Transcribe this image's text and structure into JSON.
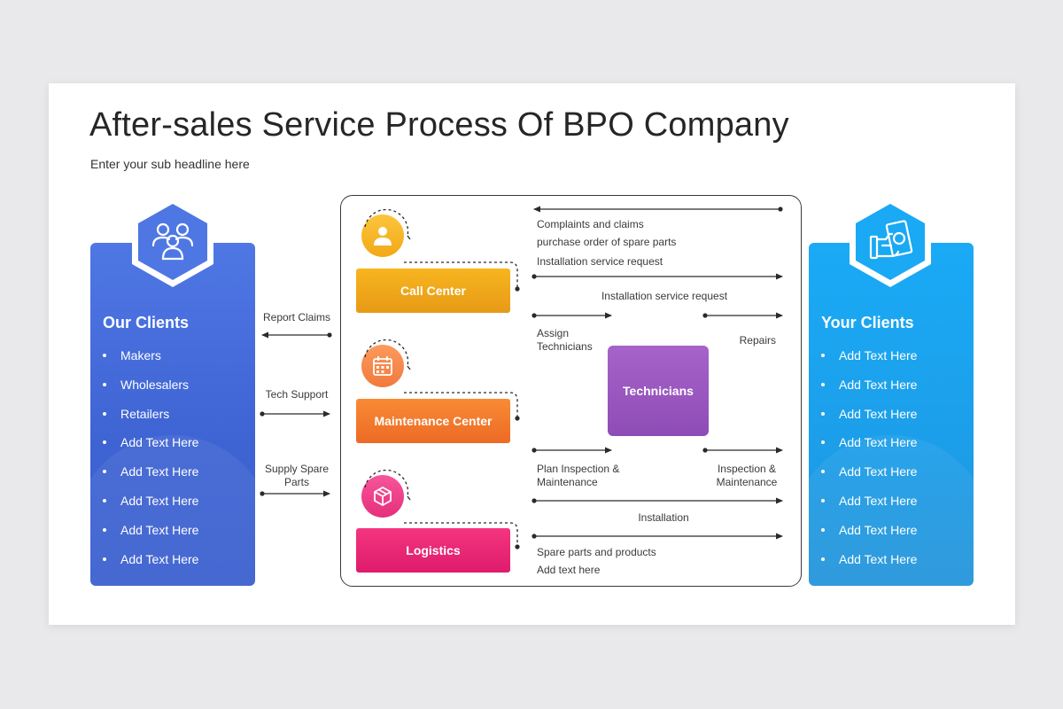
{
  "title": "After-sales Service Process Of BPO Company",
  "subtitle": "Enter your sub headline here",
  "left_panel": {
    "icon": "people-group-icon",
    "heading": "Our Clients",
    "items": [
      "Makers",
      "Wholesalers",
      "Retailers",
      "Add Text Here",
      "Add Text Here",
      "Add Text Here",
      "Add Text Here",
      "Add Text Here"
    ]
  },
  "right_panel": {
    "icon": "money-hand-icon",
    "heading": "Your Clients",
    "items": [
      "Add Text Here",
      "Add Text Here",
      "Add Text Here",
      "Add Text Here",
      "Add Text Here",
      "Add Text Here",
      "Add Text Here",
      "Add Text Here"
    ]
  },
  "left_links": {
    "report_claims": "Report Claims",
    "tech_support": "Tech Support",
    "supply_spare_parts": "Supply Spare Parts"
  },
  "processes": {
    "call_center": "Call Center",
    "maintenance_center": "Maintenance Center",
    "logistics": "Logistics",
    "technicians": "Technicians"
  },
  "flow_labels": {
    "complaints": "Complaints and claims",
    "purchase_order": "purchase order of spare parts",
    "install_request_1": "Installation service request",
    "install_request_2": "Installation service request",
    "assign_technicians": "Assign Technicians",
    "repairs": "Repairs",
    "plan_inspection": "Plan Inspection & Maintenance",
    "inspection_maintenance": "Inspection & Maintenance",
    "installation": "Installation",
    "spare_parts_products": "Spare parts and products",
    "add_text": "Add text here"
  },
  "colors": {
    "left_panel": "#3e63d3",
    "right_panel": "#1c9ee9",
    "call_center": "#f0a61a",
    "maintenance": "#f27a2c",
    "logistics": "#e8266f",
    "technicians": "#9a56bf"
  }
}
